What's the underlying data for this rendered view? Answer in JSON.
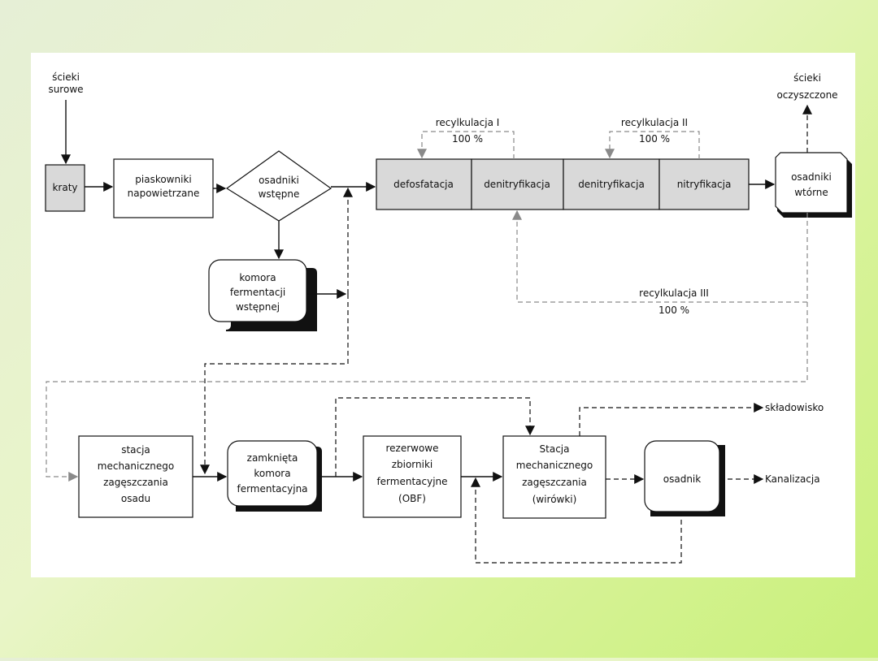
{
  "diagram": {
    "nodes": {
      "input_label": [
        "ścieki",
        "surowe"
      ],
      "output_label": [
        "ścieki",
        "oczyszczone"
      ],
      "kraty": [
        "kraty"
      ],
      "piaskowniki": [
        "piaskowniki",
        "napowietrzane"
      ],
      "osadniki_wstepne": [
        "osadniki",
        "wstępne"
      ],
      "komora_fermentacji": [
        "komora",
        "fermentacji",
        "wstępnej"
      ],
      "defosfatacja": [
        "defosfatacja"
      ],
      "denitryfikacja_1": [
        "denitryfikacja"
      ],
      "denitryfikacja_2": [
        "denitryfikacja"
      ],
      "nitryfikacja": [
        "nitryfikacja"
      ],
      "osadniki_wtorne": [
        "osadniki",
        "wtórne"
      ],
      "stacja_zageszczania_osadu": [
        "stacja",
        "mechanicznego",
        "zagęszczania",
        "osadu"
      ],
      "zamknieta_komora": [
        "zamknięta",
        "komora",
        "fermentacyjna"
      ],
      "zbiorniki_obf": [
        "rezerwowe",
        "zbiorniki",
        "fermentacyjne",
        "(OBF)"
      ],
      "stacja_wirowki": [
        "Stacja",
        "mechanicznego",
        "zagęszczania",
        "(wirówki)"
      ],
      "osadnik": [
        "osadnik"
      ]
    },
    "labels": {
      "recyrkulacja_1": "recylkulacja I",
      "recyrkulacja_1_pct": "100 %",
      "recyrkulacja_2": "recylkulacja II",
      "recyrkulacja_2_pct": "100 %",
      "recyrkulacja_3": "recylkulacja III",
      "recyrkulacja_3_pct": "100 %",
      "skladowisko": "składowisko",
      "kanalizacja": "Kanalizacja"
    }
  }
}
